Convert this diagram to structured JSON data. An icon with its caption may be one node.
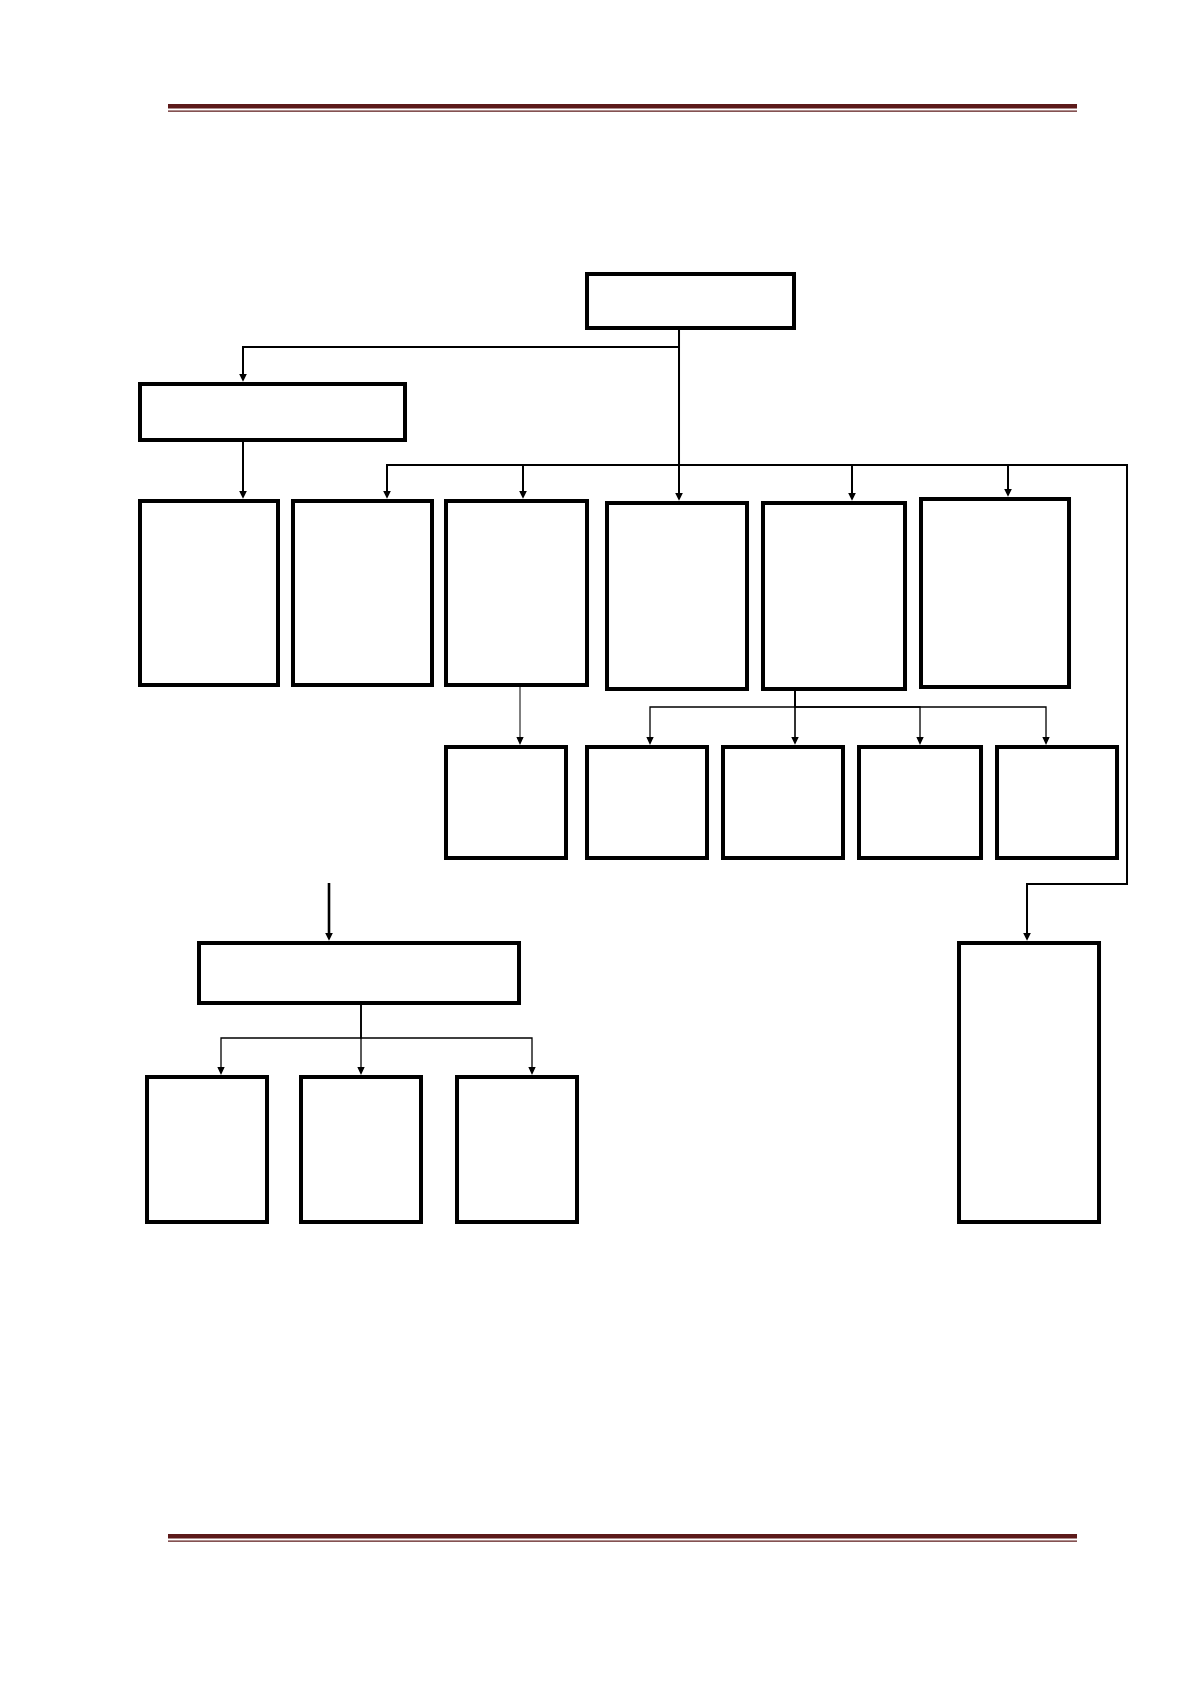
{
  "diagram": {
    "nodes": [
      {
        "text": [],
        "shape": "box"
      },
      {
        "text": [],
        "shape": "box"
      },
      {
        "text": [],
        "shape": "box"
      },
      {
        "text": [],
        "shape": "box"
      },
      {
        "text": [],
        "shape": "box"
      },
      {
        "text": [],
        "shape": "box"
      },
      {
        "text": [],
        "shape": "box"
      },
      {
        "text": [],
        "shape": "box"
      },
      {
        "text": [],
        "shape": "box"
      },
      {
        "text": [],
        "shape": "box"
      },
      {
        "text": [],
        "shape": "box"
      },
      {
        "text": [],
        "shape": "box"
      },
      {
        "text": [],
        "shape": "box"
      },
      {
        "text": [],
        "shape": "box"
      },
      {
        "text": [],
        "shape": "box"
      },
      {
        "text": [],
        "shape": "box"
      },
      {
        "text": [],
        "shape": "box"
      },
      {
        "text": [],
        "shape": "box"
      }
    ],
    "edges": [
      {
        "from": 0,
        "to": 1,
        "arrow": "to"
      },
      {
        "from": 0,
        "to": 3,
        "arrow": "to"
      },
      {
        "from": 0,
        "to": 4,
        "arrow": "to"
      },
      {
        "from": 0,
        "to": 5,
        "arrow": "to"
      },
      {
        "from": 0,
        "to": 6,
        "arrow": "to"
      },
      {
        "from": 0,
        "to": 7,
        "arrow": "to"
      },
      {
        "from": 0,
        "to": 14,
        "arrow": "to"
      },
      {
        "from": 1,
        "to": 2,
        "arrow": "to"
      },
      {
        "from": 4,
        "to": 8,
        "arrow": "to"
      },
      {
        "from": 6,
        "to": 9,
        "arrow": "to"
      },
      {
        "from": 6,
        "to": 10,
        "arrow": "to"
      },
      {
        "from": 6,
        "to": 11,
        "arrow": "to"
      },
      {
        "from": 6,
        "to": 12,
        "arrow": "to"
      },
      {
        "from": null,
        "to": 13,
        "arrow": "to"
      },
      {
        "from": 13,
        "to": 15,
        "arrow": "to"
      },
      {
        "from": 13,
        "to": 16,
        "arrow": "to"
      },
      {
        "from": 13,
        "to": 17,
        "arrow": "to"
      }
    ]
  }
}
